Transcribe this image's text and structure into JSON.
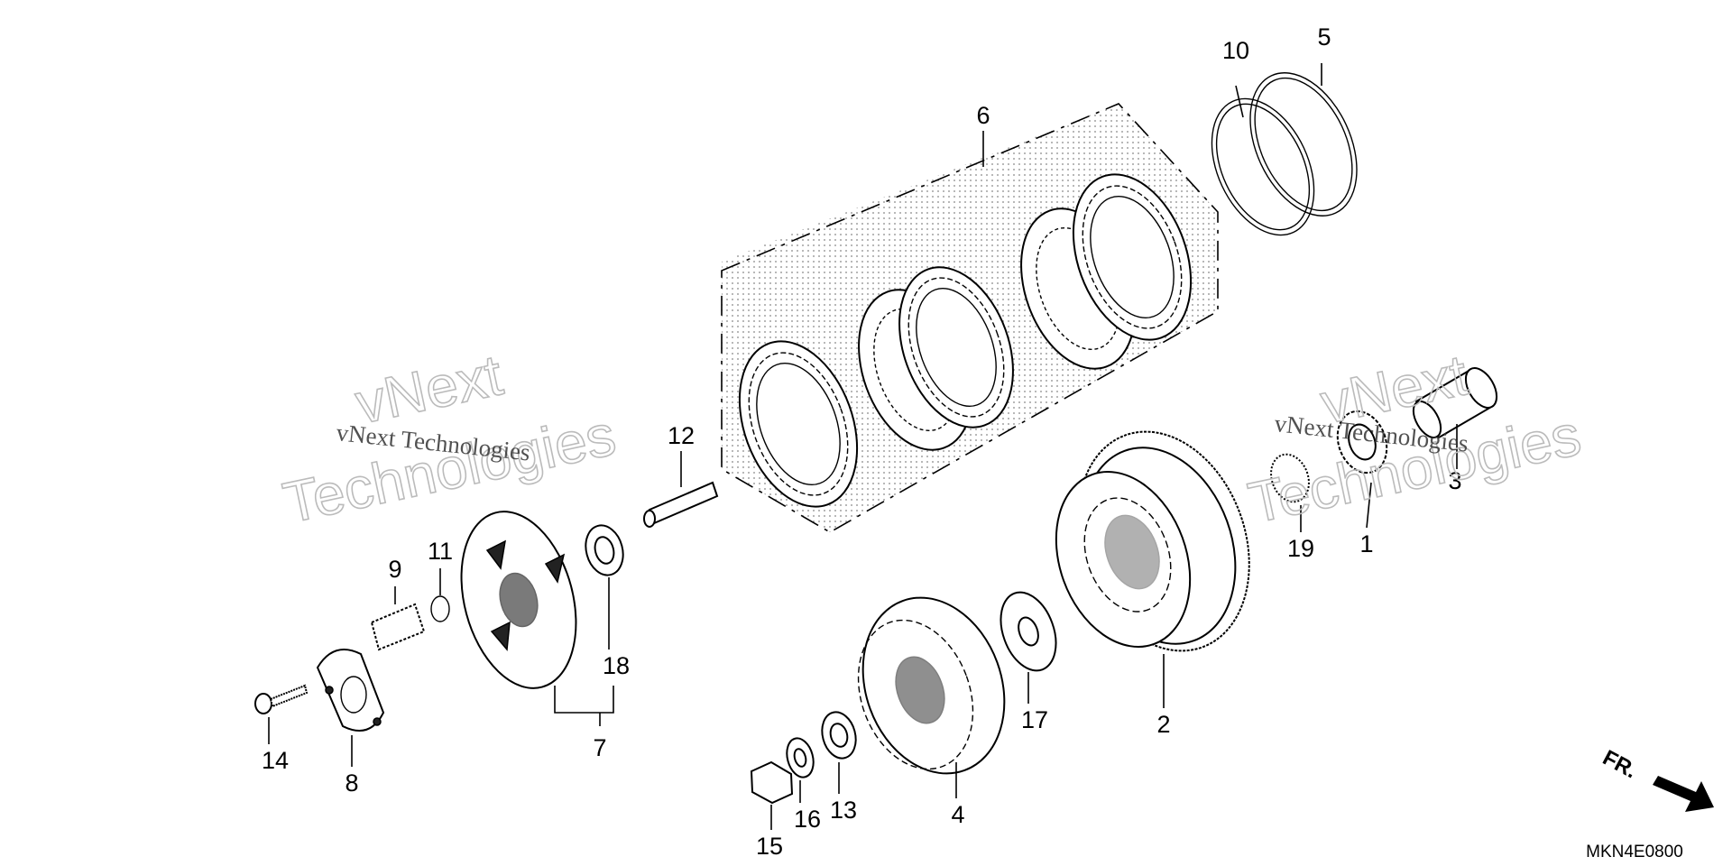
{
  "diagram": {
    "part_numbers": [
      "1",
      "2",
      "3",
      "4",
      "5",
      "6",
      "7",
      "8",
      "9",
      "10",
      "11",
      "12",
      "13",
      "14",
      "15",
      "16",
      "17",
      "18",
      "19"
    ],
    "diagram_code": "MKN4E0800",
    "direction_label": "FR.",
    "watermark": {
      "line_small": "vNext Technologies",
      "line_big_1": "vNext",
      "line_big_2": "Technologies"
    }
  }
}
